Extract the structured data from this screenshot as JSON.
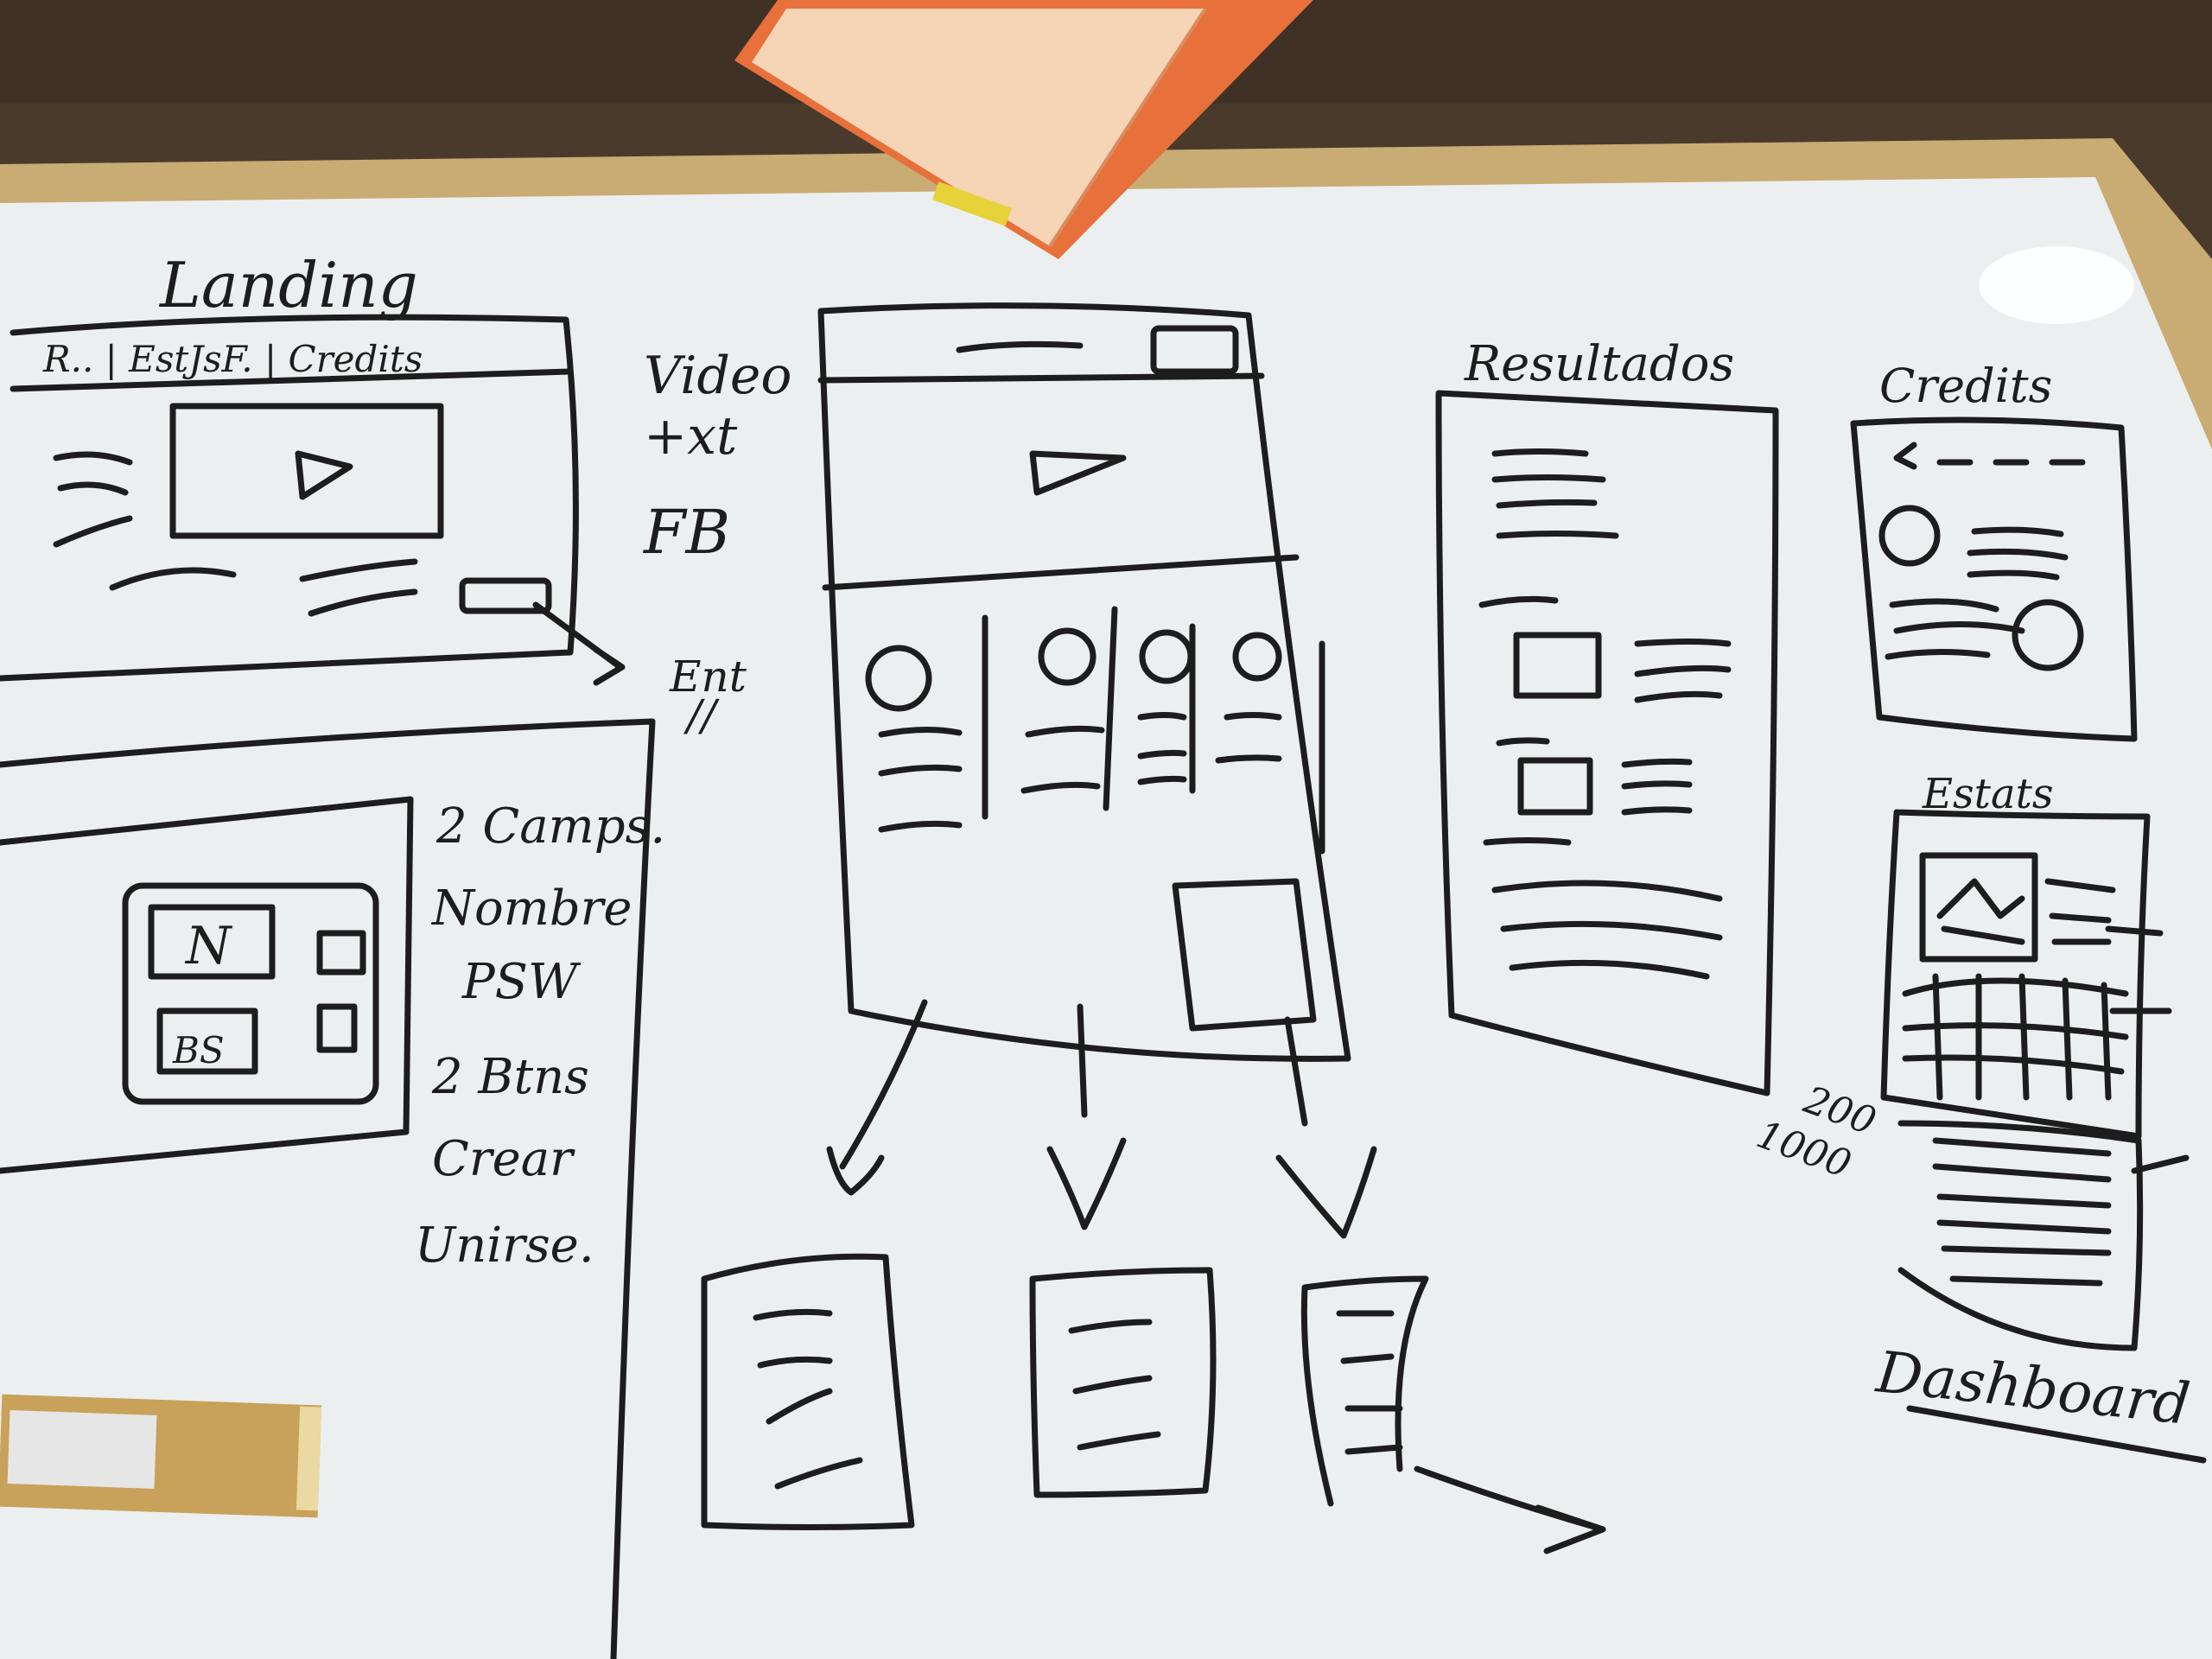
{
  "colors": {
    "table": "#4a3a2c",
    "frame": "#c9ab74",
    "board": "#eceff0",
    "ink": "#1d1d1d",
    "notebook_cover": "#e8703a",
    "notebook_page": "#f6d4b6",
    "sticky_tab": "#e8d23a"
  },
  "labels": {
    "landing": "Landing",
    "nav_tabs": "R..  | EstJsF. | Credits",
    "video": "Video",
    "txt": "+xt",
    "fb": "FB",
    "ent": "Ent",
    "ent2": "//",
    "resultados": "Resultados",
    "credits": "Credits",
    "estats": "Estats",
    "dashboard": "Dashboard",
    "login_n": "N",
    "login_bs": "BS",
    "notes": [
      "2 Camps.",
      "Nombre",
      "PSW",
      "2 Btns",
      "Crear",
      "Unirse."
    ],
    "num_200": "200",
    "num_1000": "1000"
  },
  "icons": [
    "play-icon",
    "avatar-circle-icon",
    "image-placeholder-icon",
    "arrow-icon"
  ]
}
